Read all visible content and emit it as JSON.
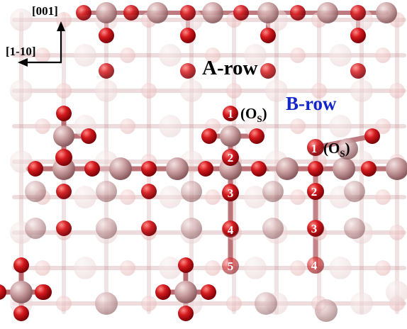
{
  "axes": {
    "vertical": "[001]",
    "horizontal": "[1-10]"
  },
  "rows": {
    "a_label": "A-row",
    "b_label": "B-row",
    "b_label_color": "#1326c9"
  },
  "colors": {
    "oxygen": "#cc0a14",
    "metal": "#b9888a",
    "bond": "#b5656a"
  },
  "site_labels": {
    "column_a": [
      "1",
      "2",
      "3",
      "4",
      "5"
    ],
    "column_b": [
      "1",
      "2",
      "3",
      "4"
    ],
    "surface_tag": "(O",
    "surface_sub": "S",
    "surface_close": ")"
  }
}
